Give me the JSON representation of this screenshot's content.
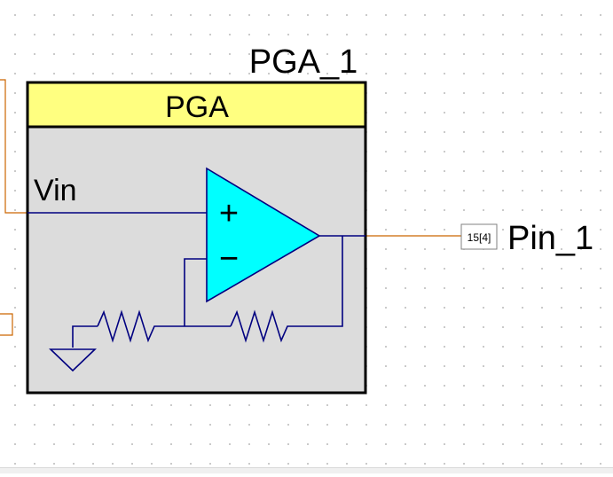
{
  "component": {
    "instance_name": "PGA_1",
    "type_label": "PGA",
    "input_pin_label": "Vin",
    "opamp_plus": "+",
    "opamp_minus": "−"
  },
  "output_pin": {
    "number": "15[4]",
    "name": "Pin_1"
  },
  "colors": {
    "header_fill": "#ffff80",
    "body_fill": "#dcdcdc",
    "opamp_fill": "#00ffff",
    "internal_wire": "#000080",
    "external_wire": "#cc6600",
    "outline": "#000000"
  }
}
